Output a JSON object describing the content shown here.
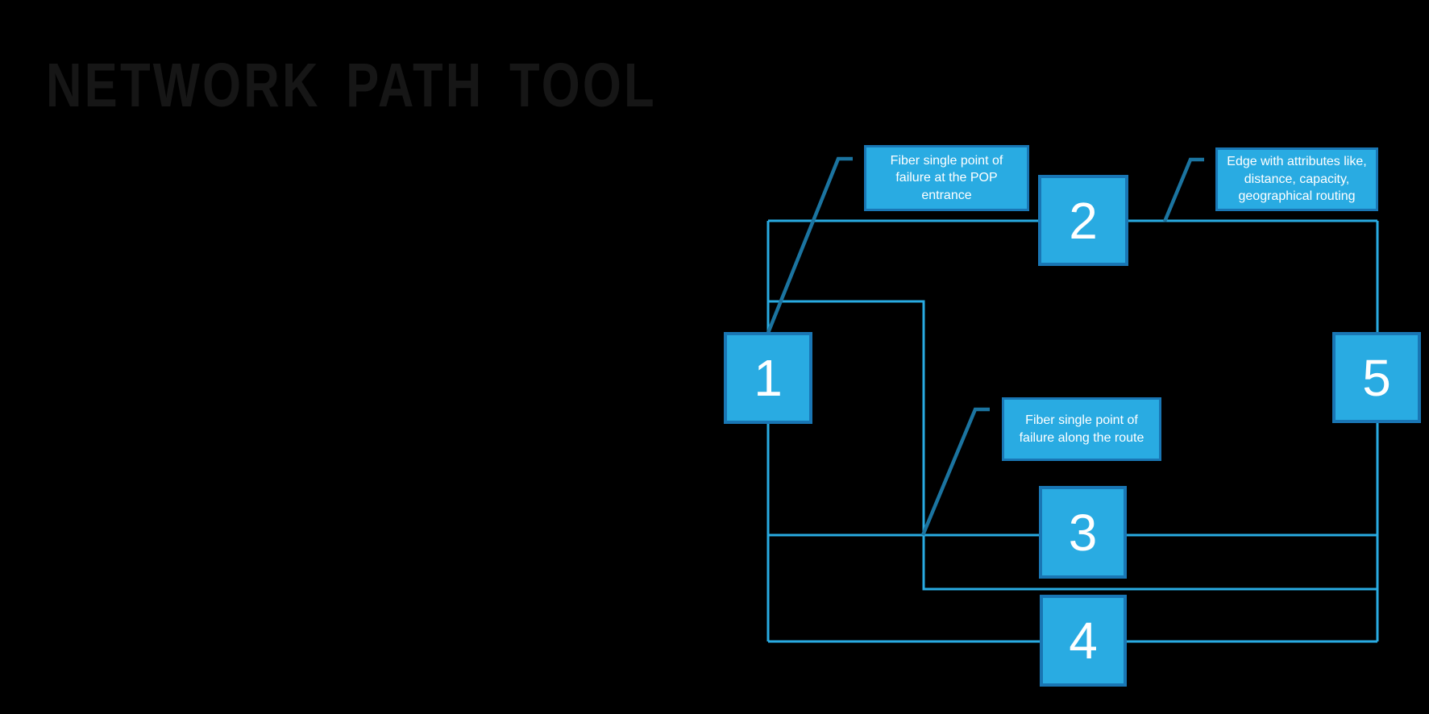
{
  "title": "NETWORK PATH TOOL",
  "diagram": {
    "nodes": [
      {
        "id": "node-1",
        "label": "1"
      },
      {
        "id": "node-2",
        "label": "2"
      },
      {
        "id": "node-3",
        "label": "3"
      },
      {
        "id": "node-4",
        "label": "4"
      },
      {
        "id": "node-5",
        "label": "5"
      }
    ],
    "callouts": [
      {
        "id": "pop-entrance",
        "text": "Fiber single point of failure at the POP entrance"
      },
      {
        "id": "edge-attributes",
        "text": "Edge with attributes like, distance, capacity, geographical routing"
      },
      {
        "id": "route-failure",
        "text": "Fiber single point of failure along the route"
      }
    ]
  },
  "colors": {
    "background": "#000000",
    "title_text": "#161616",
    "node_fill": "#29ABE2",
    "node_border": "#1976B4",
    "edge_line": "#29ABE2",
    "leader_line": "#1B74A0",
    "label_text": "#FFFFFF"
  }
}
